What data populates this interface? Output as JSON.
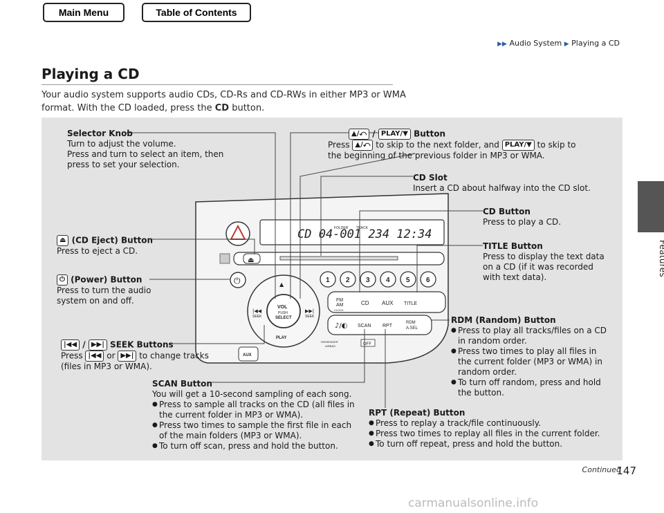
{
  "nav": {
    "main_menu": "Main Menu",
    "table_of_contents": "Table of Contents"
  },
  "breadcrumb": {
    "section": "Audio System",
    "page": "Playing a CD"
  },
  "heading": "Playing a CD",
  "intro": {
    "line1": "Your audio system supports audio CDs, CD-Rs and CD-RWs in either MP3 or WMA",
    "line2_pre": "format. With the CD loaded, press the ",
    "line2_bold": "CD",
    "line2_post": " button."
  },
  "side_tab_label": "Features",
  "page_number": "147",
  "continued": "Continued",
  "watermark": "carmanualsonline.info",
  "device": {
    "display_text": "CD   04-001   234   12:34",
    "folder_label": "FOLDER",
    "track_label": "TRACK",
    "vol_label": "VOL",
    "push_label": "PUSH",
    "select_label": "SELECT",
    "seek_label": "SEEK",
    "play_label": "PLAY",
    "aux_jack_label": "AUX",
    "preset_labels": [
      "1",
      "2",
      "3",
      "4",
      "5",
      "6"
    ],
    "fm_am_label": "FM\nAM",
    "clock_label": "CLOCK",
    "cd_label": "CD",
    "aux_label": "AUX",
    "title_label": "TITLE",
    "scan_label": "SCAN",
    "rpt_label": "RPT",
    "rdm_label": "RDM\nA.SEL",
    "airbag_label": "PASSENGER AIRBAG",
    "off_label": "OFF",
    "hazard_color": "#c0392b"
  },
  "callouts": {
    "selector_knob": {
      "title": "Selector Knob",
      "lines": [
        "Turn to adjust the volume.",
        "Press and turn to select an item, then",
        "press to set your selection."
      ]
    },
    "folder_button": {
      "title": "Button",
      "sym1": "▲/⤺",
      "sym2": "PLAY/▼",
      "sep": "/",
      "line1_pre": "Press ",
      "line1_mid": " to skip to the next folder, and ",
      "line1_post": " to skip to",
      "line2": "the beginning of the previous folder in MP3 or WMA."
    },
    "cd_slot": {
      "title": "CD Slot",
      "lines": [
        "Insert a CD about halfway into the CD slot."
      ]
    },
    "cd_button": {
      "title": "CD Button",
      "lines": [
        "Press to play a CD."
      ]
    },
    "eject": {
      "title": "(CD Eject) Button",
      "sym": "⏏",
      "lines": [
        "Press to eject a CD."
      ]
    },
    "title_button": {
      "title": "TITLE Button",
      "lines": [
        "Press to display the text data",
        "on a CD (if it was recorded",
        "with text data)."
      ]
    },
    "power": {
      "title": "(Power) Button",
      "sym": "⏻",
      "lines": [
        "Press to turn the audio",
        "system on and off."
      ]
    },
    "rdm": {
      "title": "RDM (Random) Button",
      "items": [
        "Press to play all tracks/files on a CD in random order.",
        "Press two times to play all files in the current folder (MP3 or WMA) in random order.",
        "To turn off random, press and hold the button."
      ]
    },
    "seek": {
      "title": "SEEK Buttons",
      "sym_back": "|◀◀",
      "sym_fwd": "▶▶|",
      "sep": "/",
      "line1_pre": "Press ",
      "line1_or": " or ",
      "line1_post": " to change tracks",
      "line2": "(files in MP3 or WMA)."
    },
    "scan": {
      "title": "SCAN Button",
      "lines": [
        "You will get a 10-second sampling of each song."
      ],
      "items": [
        "Press to sample all tracks on the CD (all files in the current folder in MP3 or WMA).",
        "Press two times to sample the first file in each of the main folders (MP3 or WMA).",
        "To turn off scan, press and hold the button."
      ]
    },
    "rpt": {
      "title": "RPT (Repeat) Button",
      "items": [
        "Press to replay a track/file continuously.",
        "Press two times to replay all files in the current folder.",
        "To turn off repeat, press and hold the button."
      ]
    }
  }
}
